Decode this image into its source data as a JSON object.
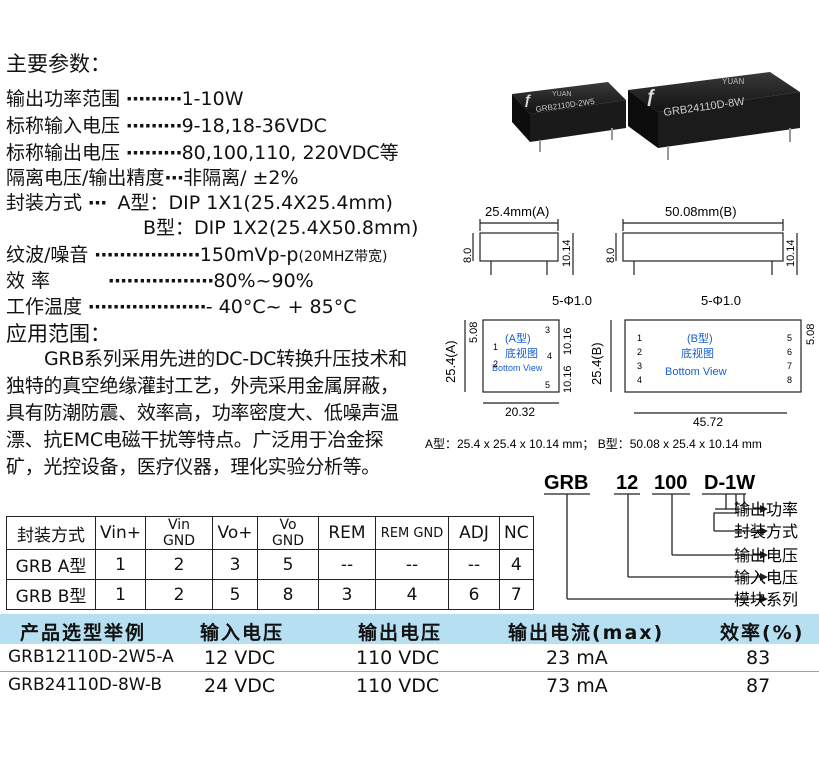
{
  "section_main": "主要参数：",
  "params": [
    {
      "label": "输出功率范围",
      "value": "1-10W"
    },
    {
      "label": "标称输入电压",
      "value": "9-18,18-36VDC"
    },
    {
      "label": "标称输出电压",
      "value": "80,100,110, 220VDC等"
    },
    {
      "label": "隔离电压/输出精度",
      "value": "非隔离/ ±2%"
    },
    {
      "label": "封装方式",
      "value_a": "A型：DIP 1X1(25.4X25.4mm)",
      "value_b": "B型：DIP 1X2(25.4X50.8mm)"
    },
    {
      "label": "纹波/噪音",
      "value": "150mVp-p",
      "note": "(20MHZ带宽)"
    },
    {
      "label": "效    率",
      "value": "80%~90%"
    },
    {
      "label": "工作温度",
      "value": "- 40°C~ + 85°C"
    }
  ],
  "section_app": "应用范围：",
  "app_text": "GRB系列采用先进的DC-DC转换升压技术和独特的真空绝缘灌封工艺，外壳采用金属屏蔽，具有防潮防震、效率高，功率密度大、低噪声温漂、抗EMC电磁干扰等特点。广泛用于冶金探矿，光控设备，医疗仪器，理化实验分析等。",
  "product_photos": {
    "small_label": "GRB2110D-2W5",
    "small_brand": "YUAN",
    "large_label": "GRB24110D-8W",
    "large_brand": "YUAN"
  },
  "dims": {
    "a_width": "25.4mm(A)",
    "b_width": "50.08mm(B)",
    "height_8": "8.0",
    "height_1014": "10.14",
    "pin_dia": "5-Φ1.0",
    "a_title": "(A型)",
    "b_title": "(B型)",
    "bottom_cn": "底视图",
    "bottom_en": "Bottom View",
    "a_side": "25.4(A)",
    "b_side": "25.4(B)",
    "d508": "5.08",
    "d1016": "10.16",
    "d2032": "20.32",
    "d4572": "45.72",
    "caption": "A型：25.4 x 25.4 x 10.14 mm； B型：50.08 x 25.4 x 10.14 mm",
    "pins_a_left": [
      "1",
      "2"
    ],
    "pins_a_right": [
      "3",
      "4",
      "5"
    ],
    "pins_b_left": [
      "1",
      "2",
      "3",
      "4"
    ],
    "pins_b_right": [
      "5",
      "6",
      "7",
      "8"
    ]
  },
  "model": {
    "parts": [
      "GRB",
      "12",
      "100",
      "D-1W"
    ],
    "legend": [
      "输出功率",
      "封装方式",
      "输出电压",
      "输入电压",
      "模块系列"
    ]
  },
  "pin_table": {
    "headers": [
      "封装方式",
      "Vin+",
      "Vin GND",
      "Vo+",
      "Vo GND",
      "REM",
      "REM GND",
      "ADJ",
      "NC"
    ],
    "rows": [
      [
        "GRB A型",
        "1",
        "2",
        "3",
        "5",
        "--",
        "--",
        "--",
        "4"
      ],
      [
        "GRB B型",
        "1",
        "2",
        "5",
        "8",
        "3",
        "4",
        "6",
        "7"
      ]
    ]
  },
  "selection": {
    "headers": [
      "产品选型举例",
      "输入电压",
      "输出电压",
      "输出电流(max)",
      "效率(%)"
    ],
    "rows": [
      [
        "GRB12110D-2W5-A",
        "12 VDC",
        "110 VDC",
        "23 mA",
        "83"
      ],
      [
        "GRB24110D-8W-B",
        "24 VDC",
        "110 VDC",
        "73 mA",
        "87"
      ]
    ]
  },
  "colors": {
    "header_bg": "#b7dff2",
    "dim_blue": "#1a5fd0"
  }
}
